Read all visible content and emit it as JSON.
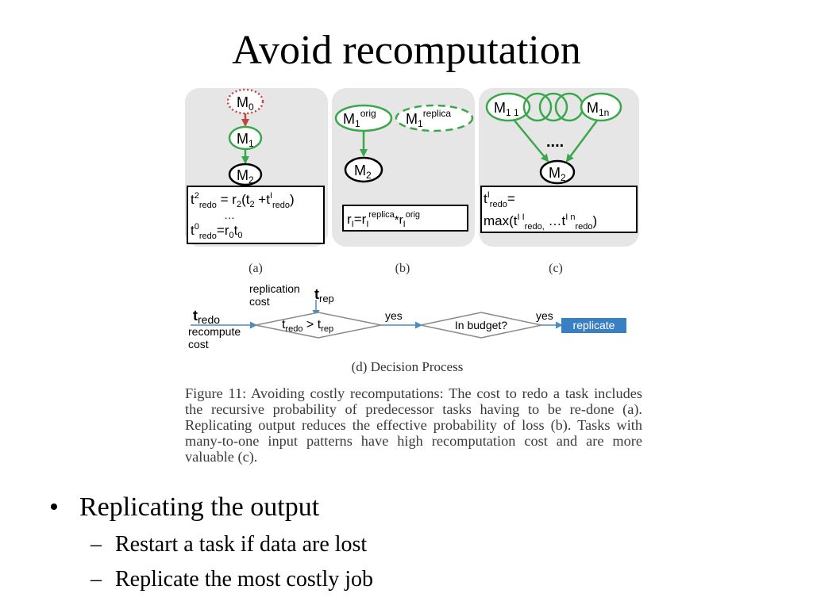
{
  "slide": {
    "title": "Avoid recomputation"
  },
  "panels": {
    "a": {
      "label": "(a)",
      "nodes": {
        "m0": "M",
        "m0_sub": "0",
        "m1": "M",
        "m1_sub": "1",
        "m2": "M",
        "m2_sub": "2"
      },
      "formula": {
        "line1": {
          "t": "t",
          "sup_2": "2",
          "sub_redo": "redo",
          "eq": " = r",
          "sub_2": "2",
          "paren_t": "(t",
          "sub_2b": "2",
          "plus_t": " +t",
          "sup_1": "I",
          "sub_redo2": "redo",
          "close": ")"
        },
        "ellipsis": "…",
        "line3": {
          "t": "t",
          "sup_0": "0",
          "sub_redo": "redo",
          "eq_r": "=r",
          "sub_0": "0",
          "t2": "t",
          "sub_0b": "0"
        }
      }
    },
    "b": {
      "label": "(b)",
      "nodes": {
        "orig": "M",
        "orig_sub": "1",
        "orig_sup": "orig",
        "replica": "M",
        "replica_sub": "1",
        "replica_sup": "replica",
        "m2": "M",
        "m2_sub": "2"
      },
      "formula": {
        "r1": "r",
        "sub1": "I",
        "eq_r": "=r",
        "sub2": "I",
        "sup_replica": "replica",
        "star_r": "*r",
        "sub3": "I",
        "sup_orig": "orig"
      }
    },
    "c": {
      "label": "(c)",
      "nodes": {
        "m11": "M",
        "m11_sub": "1 1",
        "m1n": "M",
        "m1n_sub": "1n",
        "dots": "....",
        "m2": "M",
        "m2_sub": "2"
      },
      "formula": {
        "t": "t",
        "sup_1": "I",
        "sub_redo": "redo",
        "eq": "=",
        "max": "max(t",
        "sup_11": "I I",
        "sub_redo_a": "redo,",
        "mid": " …t",
        "sup_1n": "I n",
        "sub_redo_b": "redo",
        "close": ")"
      }
    }
  },
  "decision": {
    "label": "(d) Decision Process",
    "replication_cost": [
      "replication",
      "cost"
    ],
    "t_rep": {
      "t": "t",
      "sub": "rep"
    },
    "t_redo": {
      "t": "t",
      "sub": "redo"
    },
    "recompute_cost": [
      "recompute",
      "cost"
    ],
    "compare": {
      "t1": "t",
      "sub1": "redo",
      "op": " > t",
      "sub2": "rep"
    },
    "yes1": "yes",
    "budget": "In budget?",
    "yes2": "yes",
    "action": "replicate"
  },
  "caption": {
    "fig_label": "Figure 11:",
    "text": "Avoiding costly recomputations: The cost to redo a task includes the recursive probability of predecessor tasks having to be re-done (a). Replicating output reduces the effective probability of loss (b). Tasks with many-to-one input patterns have high recomputation cost and are more valuable (c)."
  },
  "bullets": {
    "marker": "•",
    "dash": "–",
    "main": "Replicating the output",
    "sub": [
      "Restart a task if data are lost",
      "Replicate the most costly job"
    ]
  },
  "colors": {
    "panel_bg": "#e6e6e6",
    "green": "#3aa84a",
    "red": "#c0453f",
    "blue_arrow": "#4a8bc4",
    "replicate_box": "#3a7fc2",
    "diamond_stroke": "#8a8a8a"
  }
}
